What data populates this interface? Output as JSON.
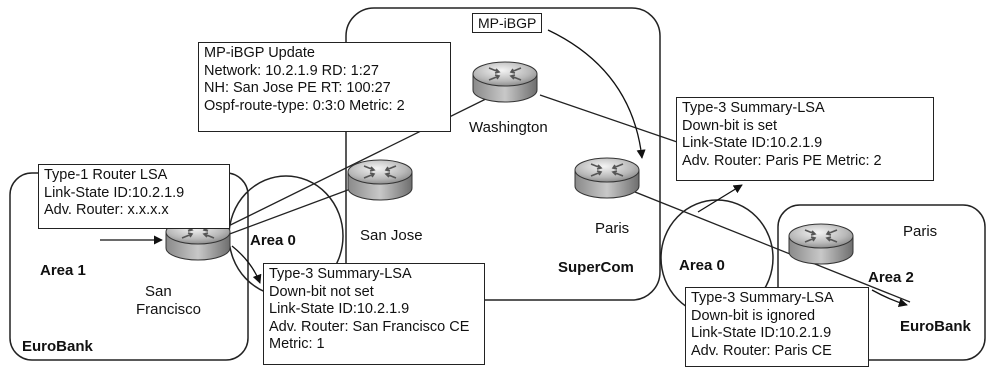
{
  "regions": {
    "eurobank_left": {
      "label": "EuroBank",
      "area": "Area 1"
    },
    "supercom": {
      "label": "SuperCom",
      "tag": "MP-iBGP"
    },
    "eurobank_right": {
      "label": "EuroBank",
      "area": "Area 2"
    },
    "area0_left": "Area 0",
    "area0_right": "Area 0"
  },
  "routers": {
    "san_francisco": [
      "San",
      "Francisco"
    ],
    "san_jose": "San Jose",
    "washington": "Washington",
    "paris_pe": "Paris",
    "paris_ce": "Paris"
  },
  "boxes": {
    "mp_ibgp_update": [
      "MP-iBGP Update",
      "Network: 10.2.1.9 RD: 1:27",
      "NH: San Jose PE  RT: 100:27",
      "Ospf-route-type: 0:3:0 Metric: 2"
    ],
    "type1_router_lsa": [
      "Type-1 Router LSA",
      "Link-State ID:10.2.1.9",
      "Adv. Router: x.x.x.x"
    ],
    "type3_sf": [
      "Type-3 Summary-LSA",
      "Down-bit not set",
      "Link-State ID:10.2.1.9",
      "Adv. Router: San Francisco CE",
      "Metric: 1"
    ],
    "type3_paris_pe": [
      "Type-3 Summary-LSA",
      "Down-bit is set",
      "Link-State ID:10.2.1.9",
      "Adv. Router: Paris PE  Metric: 2"
    ],
    "type3_paris_ce": [
      "Type-3 Summary-LSA",
      "Down-bit is ignored",
      "Link-State ID:10.2.1.9",
      "Adv. Router: Paris CE"
    ]
  },
  "icons": {
    "router": "router-icon"
  }
}
